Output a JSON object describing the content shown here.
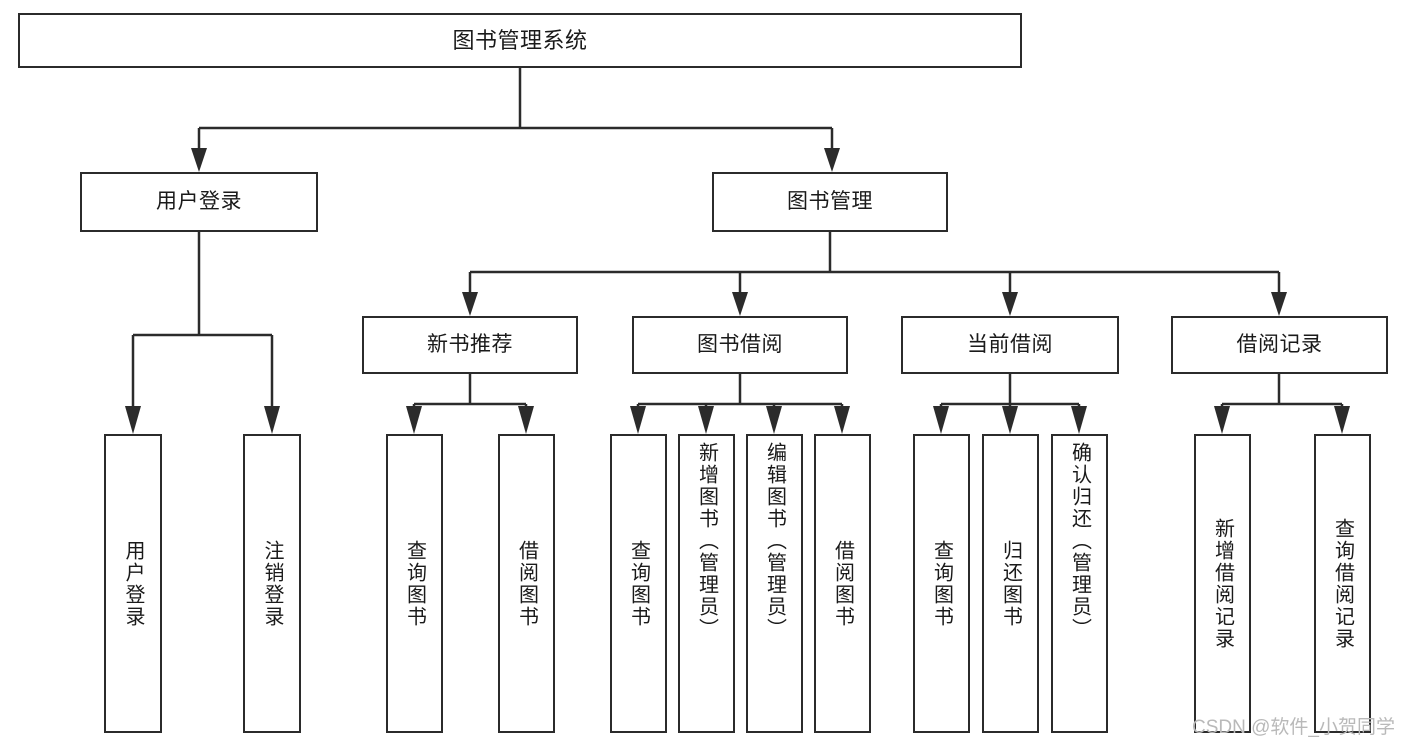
{
  "diagram": {
    "title": "图书管理系统",
    "style": {
      "box_border_color": "#2b2b2b",
      "box_fill_color": "#ffffff",
      "line_color": "#2b2b2b",
      "text_color": "#1a1a1a",
      "background": "#ffffff"
    },
    "root": {
      "label": "图书管理系统"
    },
    "level1": [
      {
        "label": "用户登录"
      },
      {
        "label": "图书管理"
      }
    ],
    "level2": [
      {
        "label": "新书推荐"
      },
      {
        "label": "图书借阅"
      },
      {
        "label": "当前借阅"
      },
      {
        "label": "借阅记录"
      }
    ],
    "leaves": {
      "user_login": [
        {
          "label": "用户登录"
        },
        {
          "label": "注销登录"
        }
      ],
      "new_book_recommend": [
        {
          "label": "查询图书"
        },
        {
          "label": "借阅图书"
        }
      ],
      "book_borrow": [
        {
          "label": "查询图书"
        },
        {
          "label": "新增图书（管理员）"
        },
        {
          "label": "编辑图书（管理员）"
        },
        {
          "label": "借阅图书"
        }
      ],
      "current_borrow": [
        {
          "label": "查询图书"
        },
        {
          "label": "归还图书"
        },
        {
          "label": "确认归还（管理员）"
        }
      ],
      "borrow_record": [
        {
          "label": "新增借阅记录"
        },
        {
          "label": "查询借阅记录"
        }
      ]
    }
  },
  "watermark": {
    "text": "CSDN @软件_小贺同学"
  }
}
